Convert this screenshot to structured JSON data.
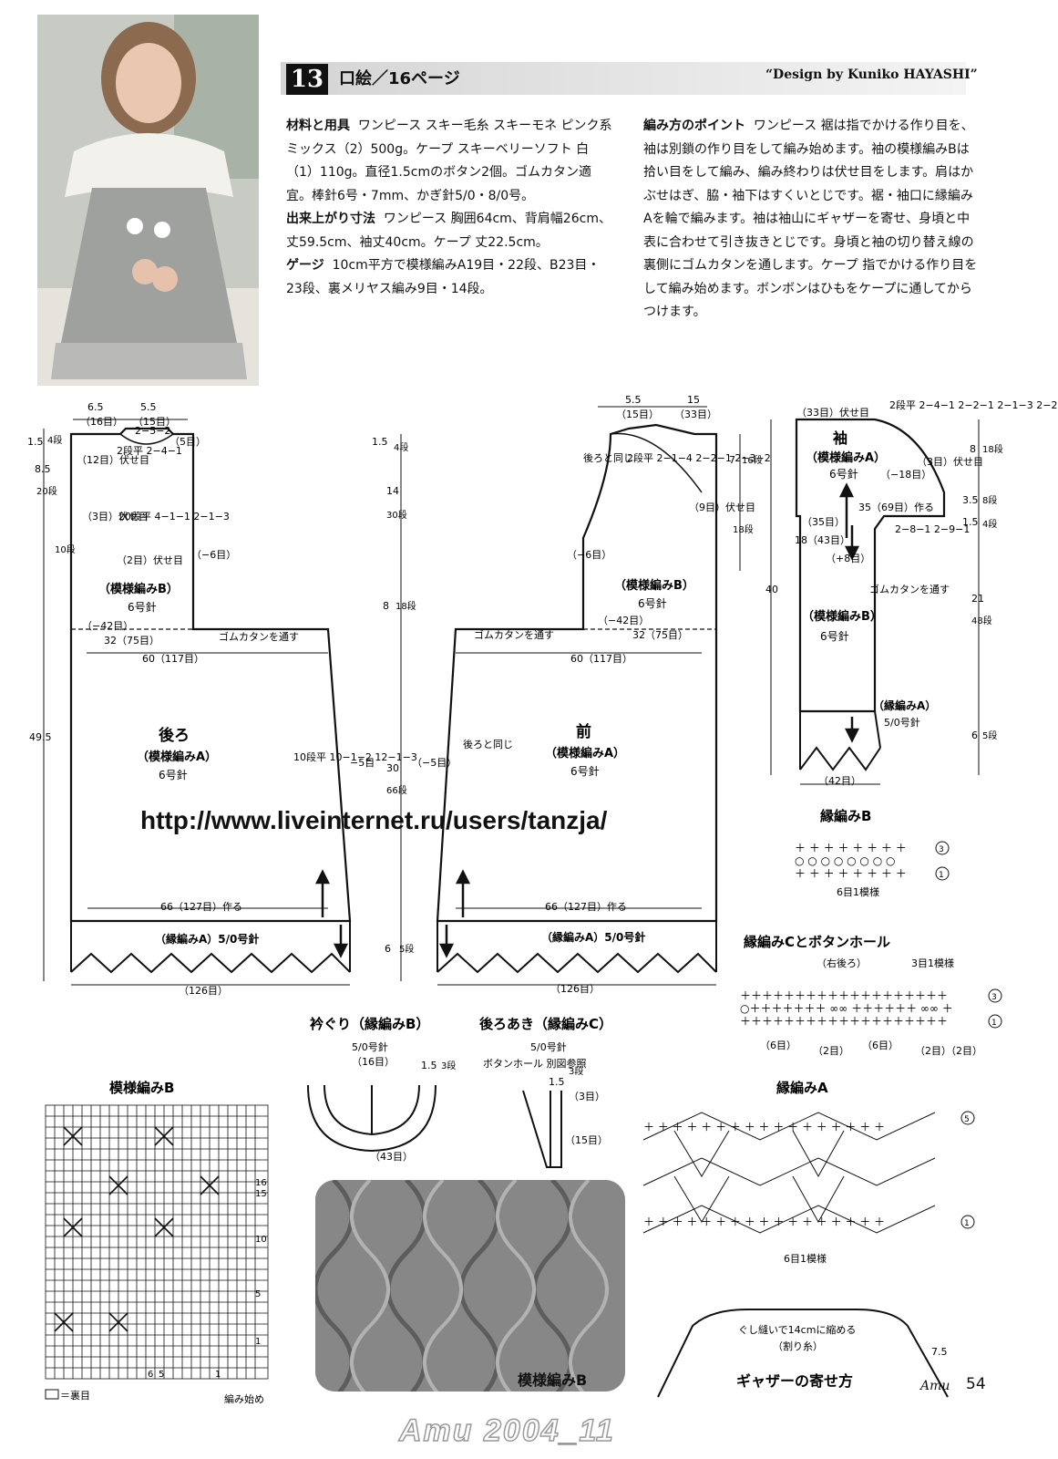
{
  "header": {
    "pattern_number": "13",
    "title": "口絵／16ページ",
    "credit": "“Design by Kuniko HAYASHI”"
  },
  "materials": {
    "heading": "材料と用具",
    "body": "ワンピース スキー毛糸 スキーモネ ピンク系ミックス（2）500g。ケープ スキーベリーソフト 白（1）110g。直径1.5cmのボタン2個。ゴムカタン適宜。棒針6号・7mm、かぎ針5/0・8/0号。"
  },
  "finished_size": {
    "heading": "出来上がり寸法",
    "body": "ワンピース 胸囲64cm、背肩幅26cm、丈59.5cm、袖丈40cm。ケープ 丈22.5cm。"
  },
  "gauge": {
    "heading": "ゲージ",
    "body": "10cm平方で模様編みA19目・22段、B23目・23段、裏メリヤス編み9目・14段。"
  },
  "points": {
    "heading": "編み方のポイント",
    "body": "ワンピース 裾は指でかける作り目を、袖は別鎖の作り目をして編み始めます。袖の模様編みBは拾い目をして編み、編み終わりは伏せ目をします。肩はかぶせはぎ、脇・袖下はすくいとじです。裾・袖口に縁編みAを輪で編みます。袖は袖山にギャザーを寄せ、身頃と中表に合わせて引き抜きとじです。身頃と袖の切り替え線の裏側にゴムカタンを通します。ケープ 指でかける作り目をして編み始めます。ボンボンはひもをケープに通してからつけます。"
  },
  "back": {
    "title": "後ろ",
    "pattern_a": "（模様編みA）",
    "needle": "6号針",
    "pattern_b": "（模様編みB）",
    "needle_b": "6号針",
    "w1": "6.5",
    "w1s": "（16目）",
    "w2": "5.5",
    "w2s": "（15目）",
    "shoulder": "2段平 2−4−1",
    "shoulder2": "2−5−2",
    "bind12": "（12目）伏せ目",
    "five": "（5目）",
    "bind3": "（3目）伏せ目",
    "arm": "20段平 4−1−1 2−1−3",
    "bind2": "（2目）伏せ目",
    "m6": "（−6目）",
    "m42": "（−42目）",
    "w32": "32（75目）",
    "w60": "60（117目）",
    "elastic": "ゴムカタンを通す",
    "dec": "10段平 10−1−2 12−1−3",
    "m5": "−5目",
    "cast": "66（127目）作る",
    "edge": "（縁編みA）5/0号針",
    "bottom": "（126目）",
    "h1": "1.5",
    "h1s": "4段",
    "h2": "8.5",
    "h2s": "20段",
    "h3": "10段",
    "total": "49.5"
  },
  "center": {
    "a": "1.5",
    "as": "4段",
    "b": "14",
    "bs": "30段",
    "c": "8",
    "cs": "18段",
    "d": "30",
    "ds": "66段",
    "e": "6",
    "es": "5段"
  },
  "front": {
    "title": "前",
    "pattern_a": "（模様編みA）",
    "needle": "6号針",
    "pattern_b": "（模様編みB）",
    "needle_b": "6号針",
    "w1": "5.5",
    "w1s": "（15目）",
    "w2": "15",
    "w2s": "（33目）",
    "same": "後ろと同じ",
    "neck": "2段平 2−1−4 2−2−1 2−3−2",
    "bind9": "（9目）伏せ目",
    "m6": "（−6目）",
    "m42": "（−42目）",
    "w32": "32（75目）",
    "w60": "60（117目）",
    "elastic": "ゴムカタンを通す",
    "m5": "（−5目）",
    "same2": "後ろと同じ",
    "cast": "66（127目）作る",
    "edge": "（縁編みA）5/0号針",
    "bottom": "（126目）",
    "h1": "7",
    "h1s": "16段",
    "h2": "18段"
  },
  "sleeve": {
    "title": "袖",
    "pattern_a": "（模様編みA）",
    "needle": "6号針",
    "bind33": "（33目）伏せ目",
    "cap": "2段平 2−4−1 2−2−1 2−1−3 2−2−3",
    "bind3": "（3目）伏せ目",
    "m18": "（−18目）",
    "w35a": "（35目）",
    "w35": "35（69目）作る",
    "w18": "18（43目）",
    "p8": "（+8目）",
    "dec2": "2−8−1 2−9−1",
    "pattern_b": "（模様編みB）",
    "needle_b": "6号針",
    "elastic": "ゴムカタンを通す",
    "edge": "（縁編みA）",
    "edge_needle": "5/0号針",
    "bottom": "（42目）",
    "h1": "8",
    "h1s": "18段",
    "h2": "3.5",
    "h2s": "8段",
    "h3": "1.5",
    "h3s": "4段",
    "h4": "21",
    "h4s": "48段",
    "h5": "6",
    "h5s": "5段",
    "total": "40"
  },
  "edge_b": {
    "title": "縁編みB",
    "rep": "6目1模様",
    "r3": "3",
    "r1": "1"
  },
  "edge_c": {
    "title": "縁編みCとボタンホール",
    "sub": "（右後ろ）",
    "rep": "3目1模様",
    "c1": "（6目）",
    "c2": "（2目）",
    "c3": "（6目）",
    "c4": "（2目）",
    "c5": "（2目）",
    "r3": "3",
    "r1": "1"
  },
  "edge_a": {
    "title": "縁編みA",
    "rep": "6目1模様",
    "r5": "5",
    "r1": "1"
  },
  "collar": {
    "title": "衿ぐり（縁編みB）",
    "needle": "5/0号針",
    "w": "（16目）",
    "h": "1.5",
    "hs": "3段",
    "total": "（43目）"
  },
  "back_opening": {
    "title": "後ろあき（縁編みC）",
    "needle": "5/0号針",
    "note": "ボタンホール 別図参照",
    "h": "1.5",
    "hs": "3段",
    "s3": "（3目）",
    "s15": "（15目）"
  },
  "pattern_b_chart": {
    "title": "模様編みB",
    "rows": [
      "16",
      "15",
      "10",
      "5",
      "1"
    ],
    "cols": [
      "6",
      "5",
      "1"
    ],
    "legend": "＝裏目",
    "start": "編み始め"
  },
  "swatch": {
    "label": "模様編みB"
  },
  "gather": {
    "title": "ギャザーの寄せ方",
    "note": "ぐし縫いで14cmに縮める",
    "note2": "（割り糸）",
    "w": "7.5"
  },
  "url": "http://www.liveinternet.ru/users/tanzja/",
  "footer": {
    "mark": "Amu 2004_11",
    "page": "54",
    "brand": "Amu"
  }
}
